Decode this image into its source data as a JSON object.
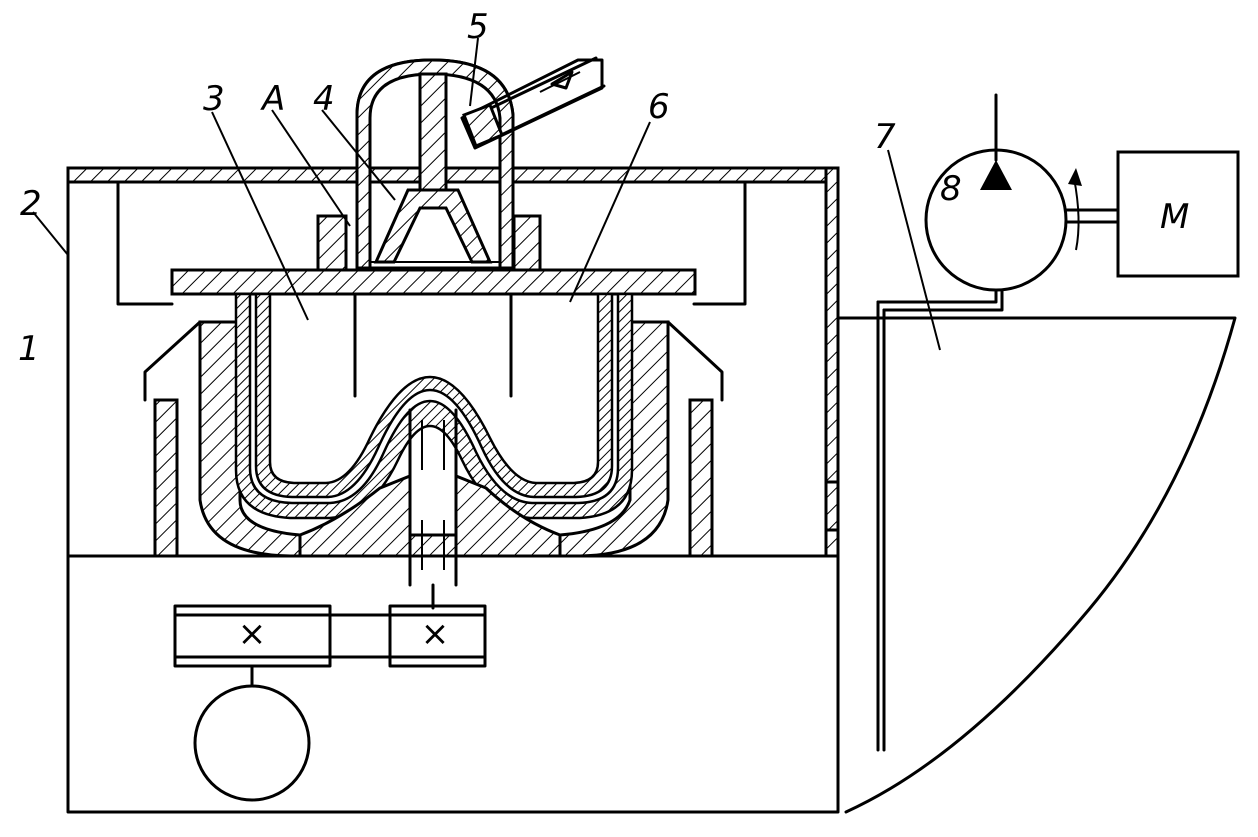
{
  "labels": {
    "housing": "1",
    "frame": "2",
    "mold_left": "3",
    "cavity": "A",
    "nozzle": "4",
    "feed_pipe": "5",
    "mold_right": "6",
    "tank": "7",
    "pump": "8",
    "motor": "M"
  },
  "gear_marks": {
    "left": "×",
    "right": "×"
  },
  "colors": {
    "ink": "#000000",
    "paper": "#ffffff"
  }
}
